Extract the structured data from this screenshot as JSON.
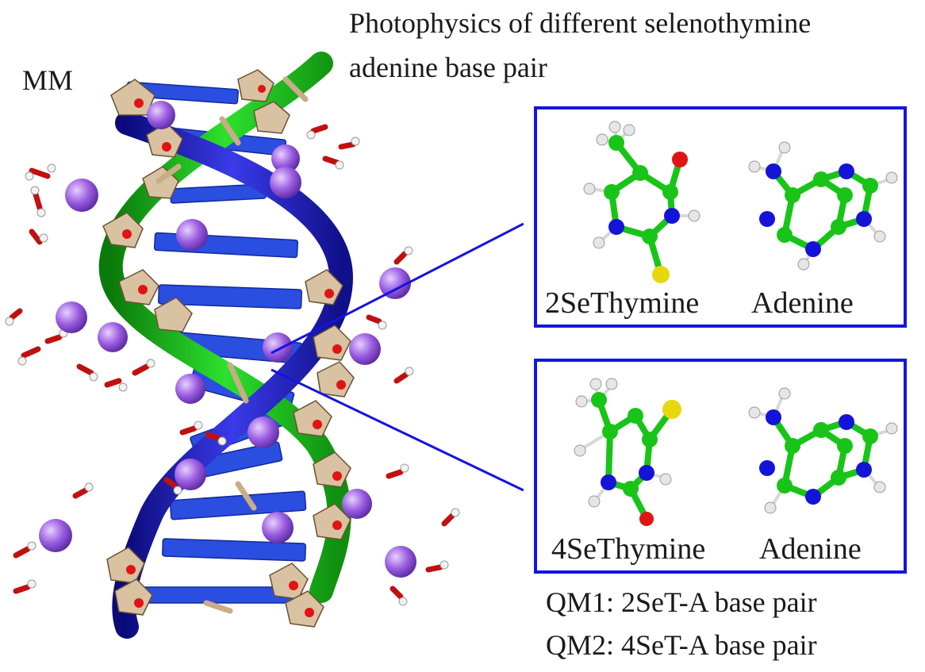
{
  "figure": {
    "title_line1": "Photophysics of different selenothymine",
    "title_line2": "adenine base pair",
    "mm_label": "MM"
  },
  "qm_panels": [
    {
      "left_molecule": "2SeThymine",
      "right_molecule": "Adenine",
      "heteroatom_position": "2",
      "heteroatom_color": "#e6d80a"
    },
    {
      "left_molecule": "4SeThymine",
      "right_molecule": "Adenine",
      "heteroatom_position": "4",
      "heteroatom_color": "#e6d80a"
    }
  ],
  "legend": {
    "qm1": "QM1: 2SeT-A base pair",
    "qm2": "QM2: 4SeT-A base pair"
  },
  "colors": {
    "frame": "#1414e0",
    "carbon": "#19c419",
    "nitrogen": "#1414d8",
    "oxygen": "#e01414",
    "hydrogen": "#d8d8d8",
    "selenium": "#e6d80a",
    "ion": "#9a5ce0",
    "strand_a": "#1fc21f",
    "strand_b": "#1a1acc",
    "sugar": "#d8c2a2"
  }
}
